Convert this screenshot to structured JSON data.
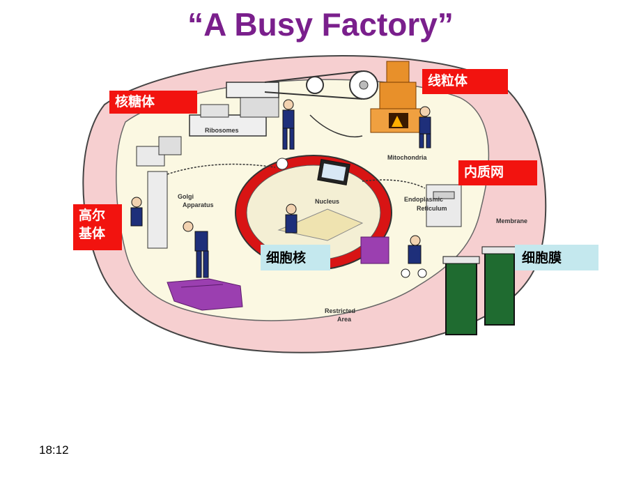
{
  "title": "“A Busy Factory”",
  "illustration": {
    "labels": {
      "ribosomes": "Ribosomes",
      "mitochondria": "Mitochondria",
      "golgi_line1": "Golgi",
      "golgi_line2": "Apparatus",
      "nucleus": "Nucleus",
      "er_line1": "Endoplasmic",
      "er_line2": "Reticulum",
      "membrane": "Membrane",
      "restricted_line1": "Restricted",
      "restricted_line2": "Area"
    },
    "colors": {
      "membrane_pink": "#f6cfd0",
      "cytoplasm": "#fbf8e2",
      "nucleus_red": "#d81414",
      "purple_crate": "#9b3fb0",
      "door_green": "#1f6b30",
      "furnace_orange": "#e8902a"
    }
  },
  "callouts": {
    "ribosome": "核糖体",
    "mitochondrion": "线粒体",
    "er": "内质网",
    "golgi_line1": "高尔",
    "golgi_line2": "基体",
    "nucleus": "细胞核",
    "membrane": "细胞膜"
  },
  "footer": {
    "time": "18:12"
  }
}
